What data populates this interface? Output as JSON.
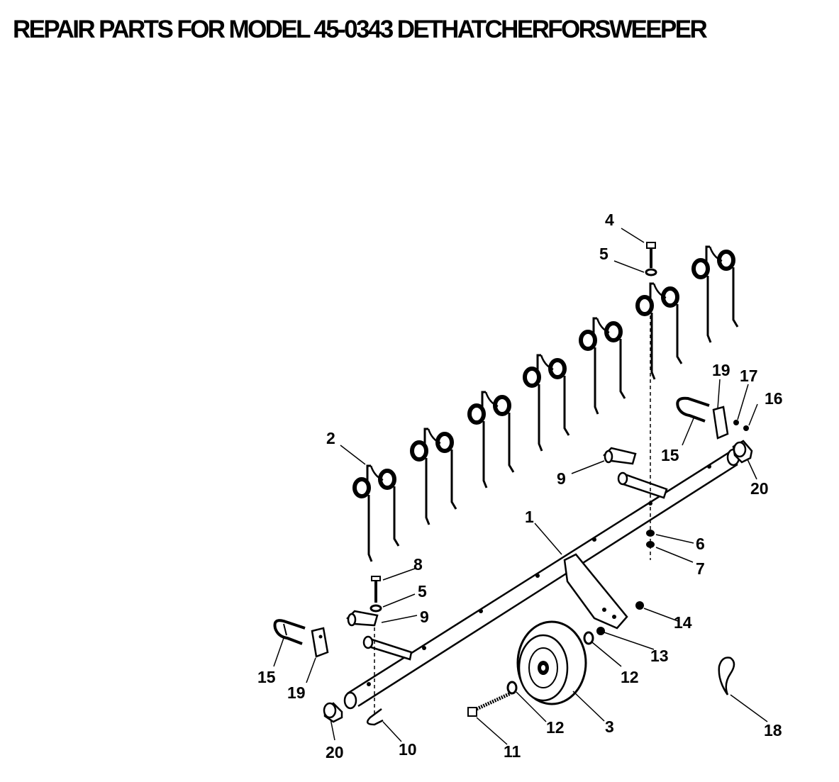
{
  "title": "REPAIR PARTS FOR MODEL 45-0343 DETHATCHERFORSWEEPER",
  "labels": {
    "p1": "1",
    "p2": "2",
    "p3": "3",
    "p4": "4",
    "p5a": "5",
    "p5b": "5",
    "p6": "6",
    "p7": "7",
    "p8": "8",
    "p9a": "9",
    "p9b": "9",
    "p10": "10",
    "p11": "11",
    "p12a": "12",
    "p12b": "12",
    "p13": "13",
    "p14": "14",
    "p15a": "15",
    "p15b": "15",
    "p16": "16",
    "p17": "17",
    "p18": "18",
    "p19a": "19",
    "p19b": "19",
    "p20a": "20",
    "p20b": "20"
  }
}
